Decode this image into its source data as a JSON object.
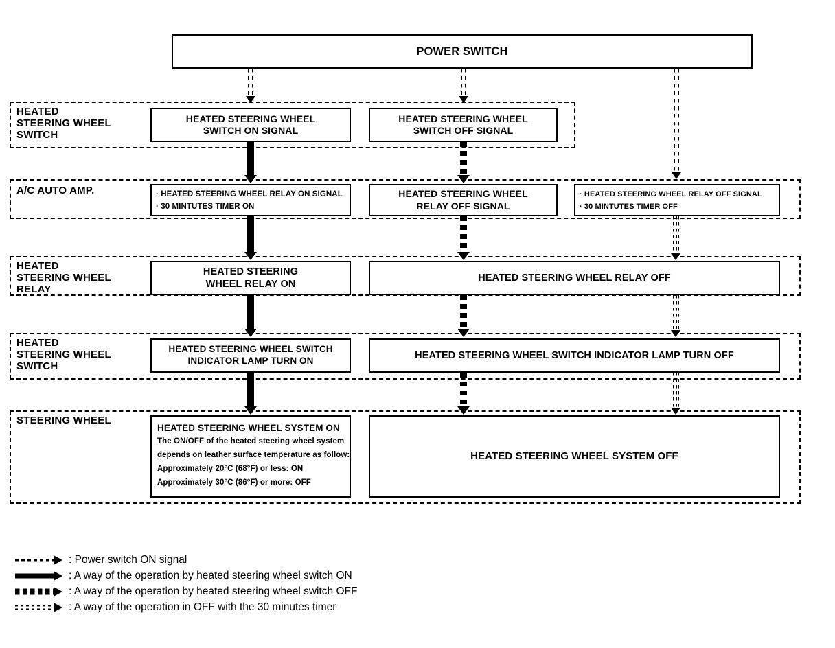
{
  "diagram": {
    "title_box": {
      "label": "POWER SWITCH"
    },
    "lanes": [
      {
        "id": "hsw-switch-1",
        "label": "HEATED\nSTEERING WHEEL\nSWITCH"
      },
      {
        "id": "ac-auto-amp",
        "label": "A/C AUTO AMP."
      },
      {
        "id": "hsw-relay",
        "label": "HEATED\nSTEERING WHEEL\nRELAY"
      },
      {
        "id": "hsw-switch-2",
        "label": "HEATED\nSTEERING WHEEL\nSWITCH"
      },
      {
        "id": "steering-wheel",
        "label": "STEERING WHEEL"
      }
    ],
    "boxes": {
      "switch_on_signal": "HEATED STEERING WHEEL\nSWITCH ON SIGNAL",
      "switch_off_signal": "HEATED STEERING WHEEL\nSWITCH OFF SIGNAL",
      "relay_on_signal_lines": [
        "· HEATED STEERING WHEEL RELAY ON SIGNAL",
        "· 30 MINTUTES TIMER ON"
      ],
      "relay_off_signal": "HEATED STEERING WHEEL\nRELAY OFF SIGNAL",
      "relay_off_signal_timer_lines": [
        "· HEATED STEERING WHEEL RELAY OFF SIGNAL",
        "· 30 MINTUTES TIMER OFF"
      ],
      "relay_on": "HEATED STEERING\nWHEEL RELAY ON",
      "relay_off": "HEATED STEERING WHEEL RELAY OFF",
      "lamp_on": "HEATED STEERING WHEEL SWITCH\nINDICATOR LAMP TURN ON",
      "lamp_off": "HEATED STEERING WHEEL SWITCH INDICATOR LAMP TURN OFF",
      "system_on_title": "HEATED STEERING WHEEL SYSTEM ON",
      "system_on_body": [
        "The ON/OFF of the heated steering wheel system",
        "depends on leather surface temperature as follow:",
        "Approximately 20°C (68°F) or less: ON",
        "Approximately 30°C (86°F) or more: OFF"
      ],
      "system_off": "HEATED STEERING WHEEL SYSTEM OFF"
    },
    "legend": [
      {
        "style": "dotted-thin",
        "text": ": Power switch ON signal"
      },
      {
        "style": "solid-thick",
        "text": ": A way of the operation by heated steering wheel switch ON"
      },
      {
        "style": "square-dot",
        "text": ": A way of the operation by heated steering wheel switch OFF"
      },
      {
        "style": "double-dash",
        "text": ": A way of the operation in OFF with the 30 minutes timer"
      }
    ],
    "colors": {
      "ink": "#000000",
      "paper": "#ffffff"
    }
  }
}
